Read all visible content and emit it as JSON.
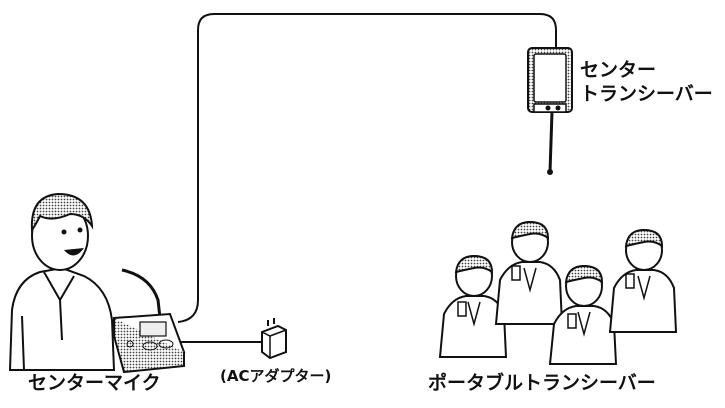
{
  "labels": {
    "center_transceiver_line1": "センター",
    "center_transceiver_line2": "トランシーバー",
    "center_mic": "センターマイク",
    "ac_adapter": "(ACアダプター)",
    "portable_transceiver": "ポータブルトランシーバー"
  },
  "colors": {
    "line": "#111111",
    "device_fill": "#ffffff",
    "dot_shade": "#555555",
    "panel_shade": "#dcdcdc"
  }
}
